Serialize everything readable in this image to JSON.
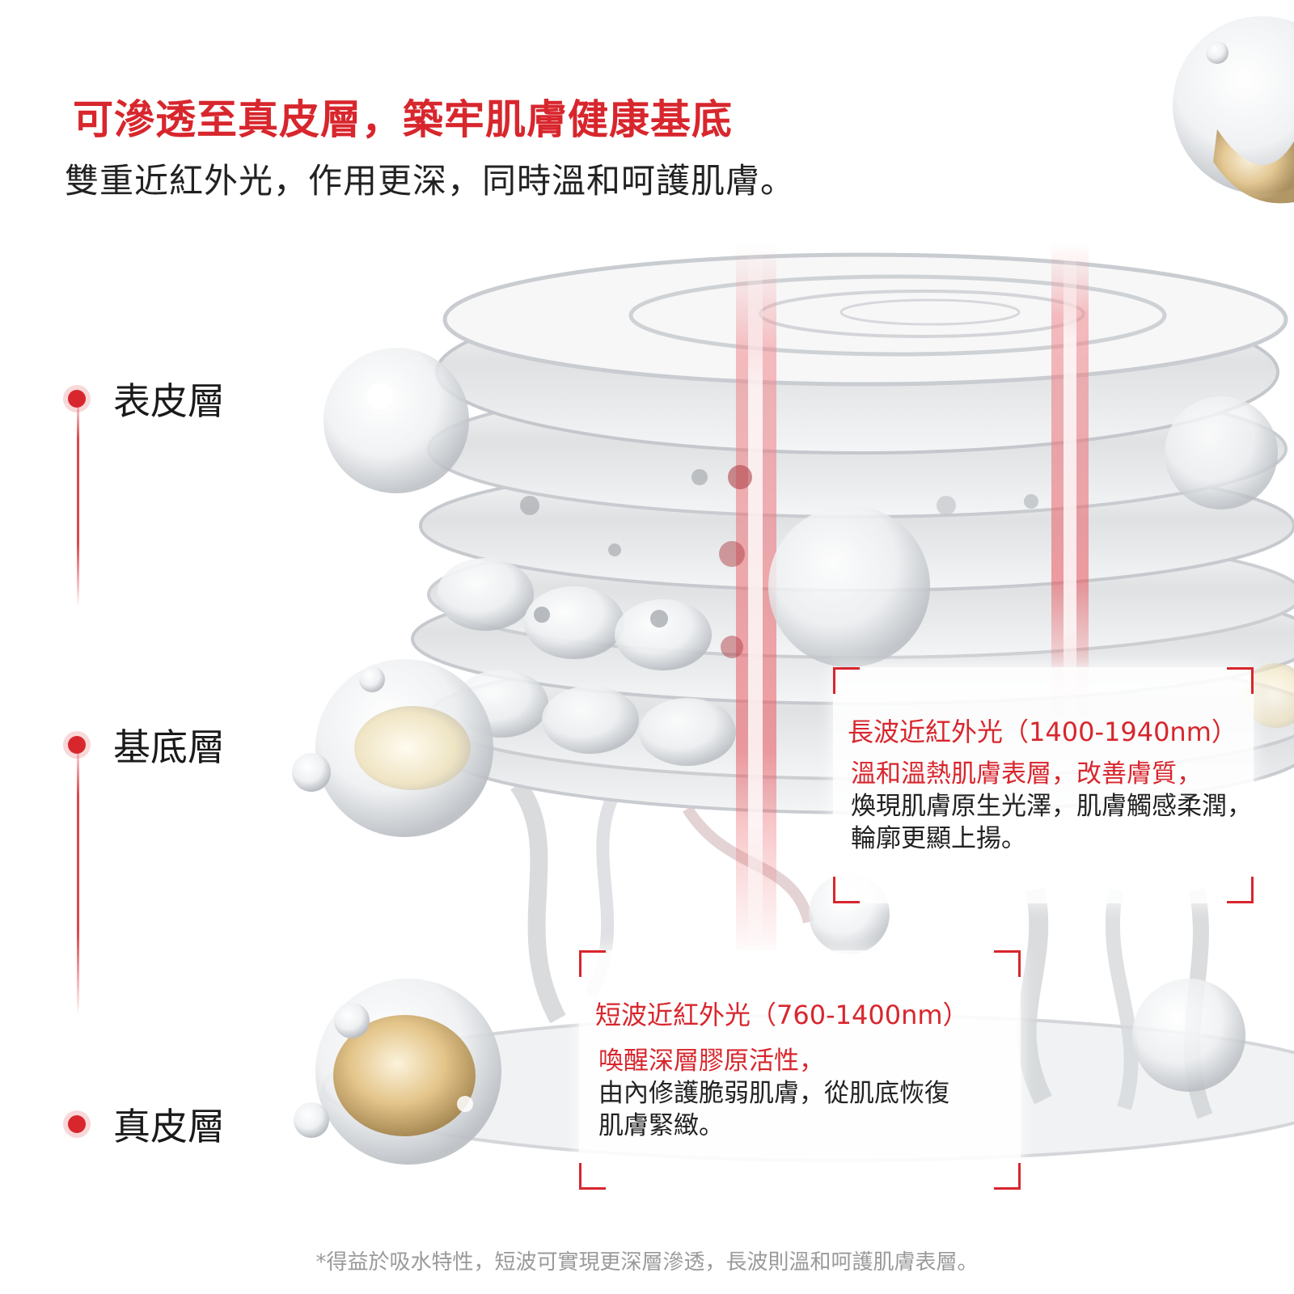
{
  "header": {
    "headline": "可滲透至真皮層，築牢肌膚健康基底",
    "subline": "雙重近紅外光，作用更深，同時溫和呵護肌膚。"
  },
  "layers": [
    {
      "label": "表皮層"
    },
    {
      "label": "基底層"
    },
    {
      "label": "真皮層"
    }
  ],
  "cards": {
    "long_wave": {
      "title": "長波近紅外光（1400-1940nm）",
      "highlight": "溫和溫熱肌膚表層，改善膚質，",
      "lines": [
        "煥現肌膚原生光澤，肌膚觸感柔潤，",
        "輪廓更顯上揚。"
      ]
    },
    "short_wave": {
      "title": "短波近紅外光（760-1400nm）",
      "highlight": "喚醒深層膠原活性，",
      "lines": [
        "由內修護脆弱肌膚，從肌底恢復",
        "肌膚緊緻。"
      ]
    }
  },
  "footnote": "*得益於吸水特性，短波可實現更深層滲透，長波則溫和呵護肌膚表層。",
  "colors": {
    "accent": "#d8262d",
    "text": "#222222",
    "muted": "#9a9a9a"
  }
}
